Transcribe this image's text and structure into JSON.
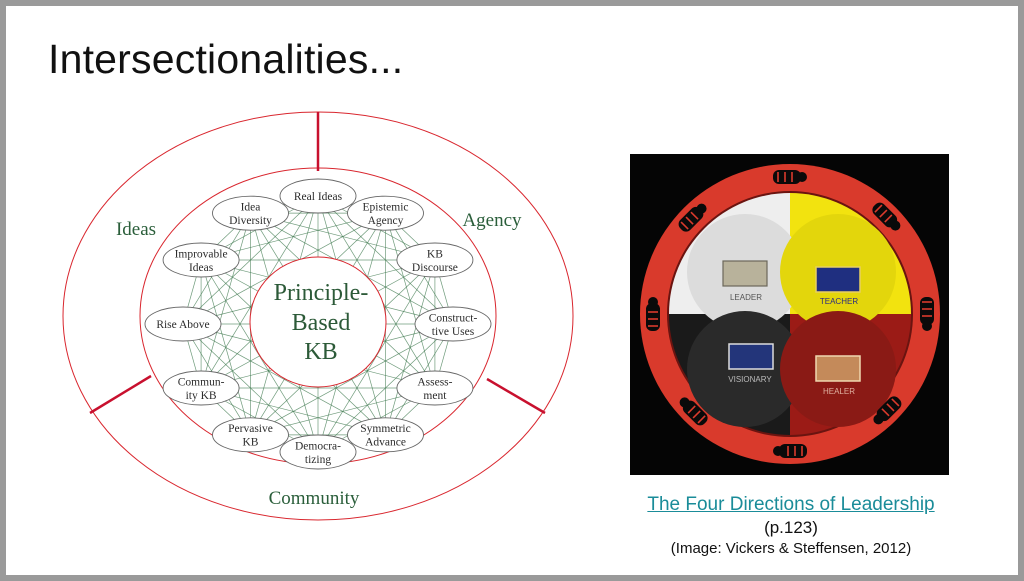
{
  "slide": {
    "title": "Intersectionalities..."
  },
  "kb_diagram": {
    "center_lines": [
      "Principle-",
      "Based",
      "KB"
    ],
    "outer_labels": {
      "ideas": "Ideas",
      "agency": "Agency",
      "community": "Community"
    },
    "principles": [
      [
        "Real Ideas"
      ],
      [
        "Epistemic",
        "Agency"
      ],
      [
        "KB",
        "Discourse"
      ],
      [
        "Construct-",
        "tive Uses"
      ],
      [
        "Assess-",
        "ment"
      ],
      [
        "Symmetric",
        "Advance"
      ],
      [
        "Democra-",
        "tizing"
      ],
      [
        "Pervasive",
        "KB"
      ],
      [
        "Commun-",
        "ity KB"
      ],
      [
        "Rise Above"
      ],
      [
        "Improvable",
        "Ideas"
      ],
      [
        "Idea",
        "Diversity"
      ]
    ],
    "colors": {
      "ring": "#d9262e",
      "mesh": "#3f7a4f",
      "text": "#2c2c2c"
    }
  },
  "directions_image": {
    "quadrants": {
      "leader": "LEADER",
      "teacher": "TEACHER",
      "visionary": "VISIONARY",
      "healer": "HEALER"
    },
    "colors": {
      "background": "#050505",
      "ring": "#d93a2c",
      "white": "#eeeeee",
      "yellow": "#f2e30f",
      "black": "#1a1a1a",
      "red": "#9b1b16"
    }
  },
  "caption": {
    "link_text": "The Four Directions of Leadership",
    "page": "(p.123)",
    "credit": "(Image: Vickers & Steffensen, 2012)"
  }
}
